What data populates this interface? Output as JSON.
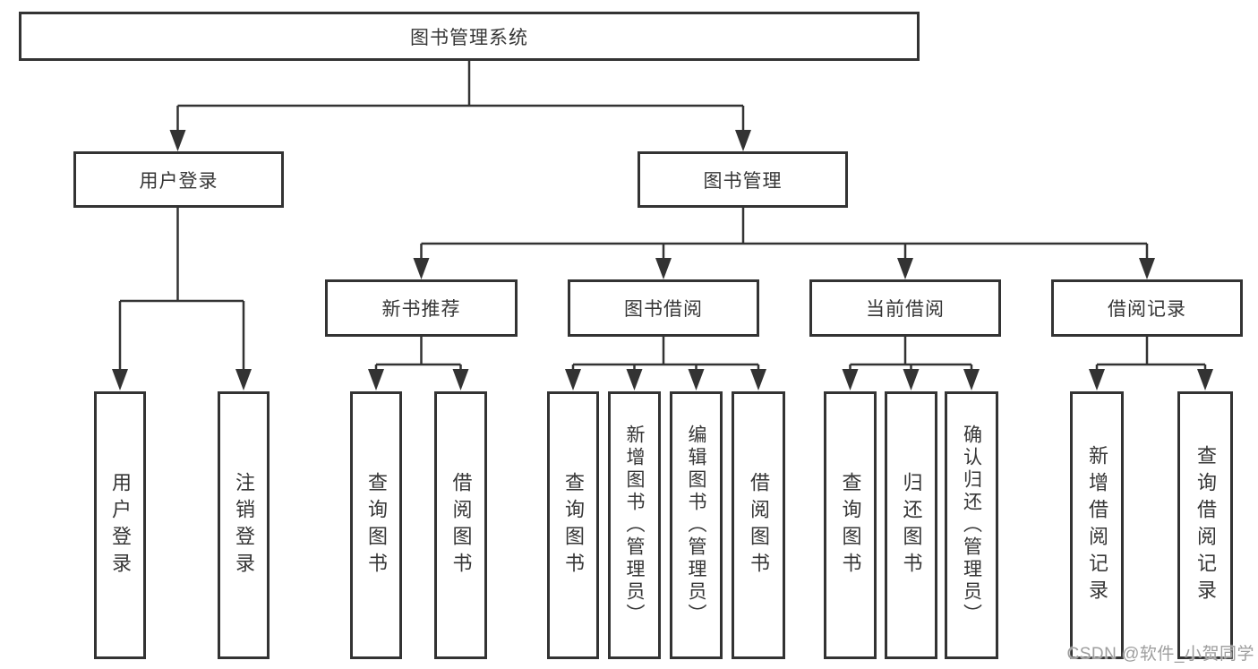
{
  "page": {
    "background": "#ffffff",
    "line_color": "#333333",
    "text_color": "#363636"
  },
  "diagram": {
    "root_label": "图书管理系统",
    "user_branch": {
      "label": "用户登录",
      "children": [
        "用户登录",
        "注销登录"
      ]
    },
    "book_branch": {
      "label": "图书管理",
      "groups": [
        {
          "label": "新书推荐",
          "children": [
            "查询图书",
            "借阅图书"
          ]
        },
        {
          "label": "图书借阅",
          "children": [
            "查询图书",
            "新增图书（管理员）",
            "编辑图书（管理员）",
            "借阅图书"
          ]
        },
        {
          "label": "当前借阅",
          "children": [
            "查询图书",
            "归还图书",
            "确认归还（管理员）"
          ]
        },
        {
          "label": "借阅记录",
          "children": [
            "新增借阅记录",
            "查询借阅记录"
          ]
        }
      ]
    }
  },
  "watermark": {
    "text": "CSDN @软件_小贺同学",
    "color": "#9e9e9e"
  }
}
